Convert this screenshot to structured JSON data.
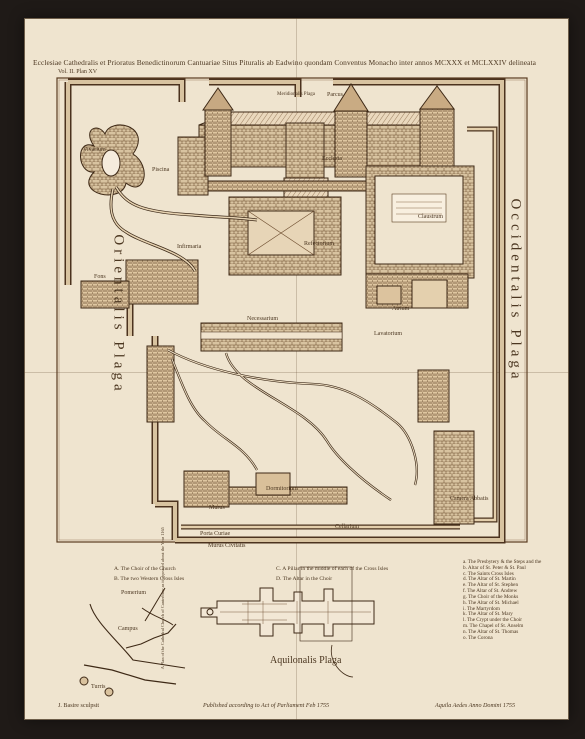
{
  "map": {
    "title": "Ecclesiae Cathedralis et Prioratus Benedictinorum Cantuariae Situs Pituralis ab Eadwino quondam Conventus Monacho inter annos MCXXX et MCLXXIV delineata",
    "plan_label": "Vol. II. Plan XV",
    "orientation": "Orientalis Plaga",
    "occidentalis": "Occidentalis Plaga",
    "borealis": "Aquilonalis Plaga",
    "south_label": "Meridionalis Plaga",
    "labels": {
      "piscina": "Piscina",
      "necessarium": "Necessarium",
      "refectorium": "Refectorium",
      "dormitorium": "Dormitorium",
      "murus": "Murus",
      "camera_abbatis": "Camera Abbatis",
      "parcus": "Parcus",
      "murus_civitatis": "Murus Civitatis",
      "atrium": "Atrium",
      "fons": "Fons",
      "pomerium": "Pomerium",
      "campus": "Campus",
      "turris": "Turris",
      "lavatorium": "Lavatorium",
      "vivarium": "Vivarium",
      "ecclesia": "Ecclesia",
      "infirmaria": "Infirmaria",
      "claustrum": "Claustrum",
      "porta_curie": "Porta Curiae",
      "cellarium": "Cellarium"
    },
    "left_caption": "A Plan of the Cathedral Church of Canterbury as it appeared about the Year 1165",
    "legend_left": [
      "A. The Choir of the Church",
      "B. The two Western Cross Isles",
      "C. A Pillar in the middle of each of the Cross Isles",
      "D. The Altar in the Choir"
    ],
    "legend_right": [
      "a. The Presbytery & the Steps and the",
      "b. Altar of St. Peter & St. Paul",
      "c. The Saints Cross Isles",
      "d. The Altar of St. Martin",
      "e. The Altar of St. Stephen",
      "f. The Altar of St. Andrew",
      "g. The Choir of the Monks",
      "h. The Altar of St. Michael",
      "i. The Martyrdom",
      "k. The Altar of St. Mary",
      "l. The Crypt under the Choir",
      "m. The Chapel of St. Anselm",
      "n. The Altar of St. Thomas",
      "o. The Corona"
    ],
    "footer_left": "J. Basire sculpsit",
    "footer_center": "Published according to Act of Parliament Feb 1755",
    "footer_right": "Aquila Aedes Anno Domini 1755"
  }
}
